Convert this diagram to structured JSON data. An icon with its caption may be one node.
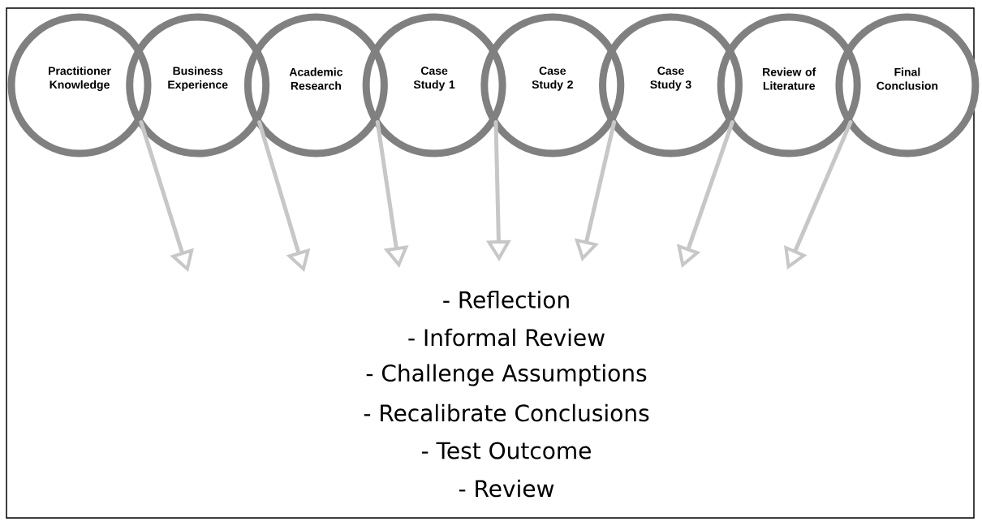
{
  "diagram": {
    "nodes": [
      {
        "text": [
          "Practitioner Knowledge"
        ]
      },
      {
        "text": [
          "Business Experience"
        ]
      },
      {
        "text": [
          "Academic Research"
        ]
      },
      {
        "text": [
          "Case Study 1"
        ]
      },
      {
        "text": [
          "Case Study 2"
        ]
      },
      {
        "text": [
          "Case Study 3"
        ]
      },
      {
        "text": [
          "Review of Literature"
        ]
      },
      {
        "text": [
          "Final Conclusion"
        ]
      }
    ],
    "edges": [
      {
        "from": 0,
        "to": null,
        "arrow": "to"
      },
      {
        "from": 1,
        "to": null,
        "arrow": "to"
      },
      {
        "from": 2,
        "to": null,
        "arrow": "to"
      },
      {
        "from": 3,
        "to": null,
        "arrow": "to"
      },
      {
        "from": 4,
        "to": null,
        "arrow": "to"
      },
      {
        "from": 5,
        "to": null,
        "arrow": "to"
      },
      {
        "from": 6,
        "to": null,
        "arrow": "to"
      }
    ],
    "labels": [
      "- Reflection",
      "- Informal Review",
      "- Challenge Assumptions",
      "- Recalibrate Conclusions",
      "- Test Outcome",
      "- Review"
    ]
  }
}
